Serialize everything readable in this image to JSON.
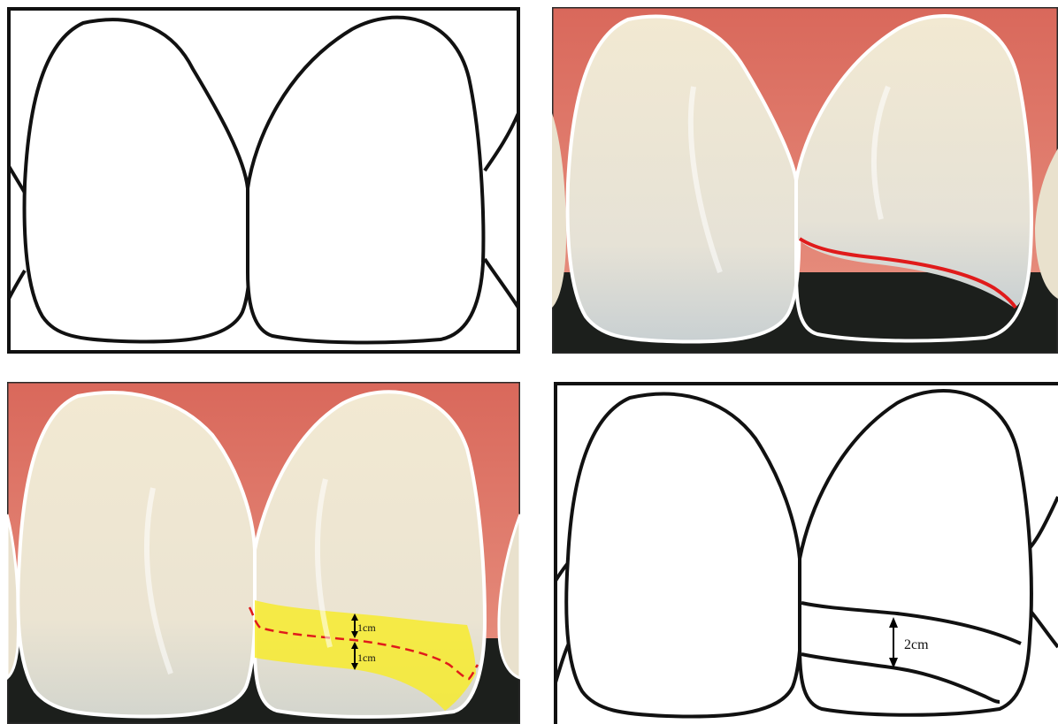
{
  "panels": [
    {
      "id": "outline-diagram"
    },
    {
      "id": "photo-fracture-line"
    },
    {
      "id": "photo-bevel-zone"
    },
    {
      "id": "outline-bevel-diagram"
    }
  ],
  "labels": {
    "upper_width": "1cm",
    "lower_width": "1cm",
    "total_width": "2cm"
  },
  "colors": {
    "gum": "#e07a6c",
    "gum_dark": "#c95a4e",
    "tooth": "#ece4cf",
    "dark_background": "#1c1f1c",
    "outline_white": "#ffffff",
    "outline_black": "#111111",
    "fracture_line": "#e01b1b",
    "bevel_zone": "#f7eb2e"
  }
}
